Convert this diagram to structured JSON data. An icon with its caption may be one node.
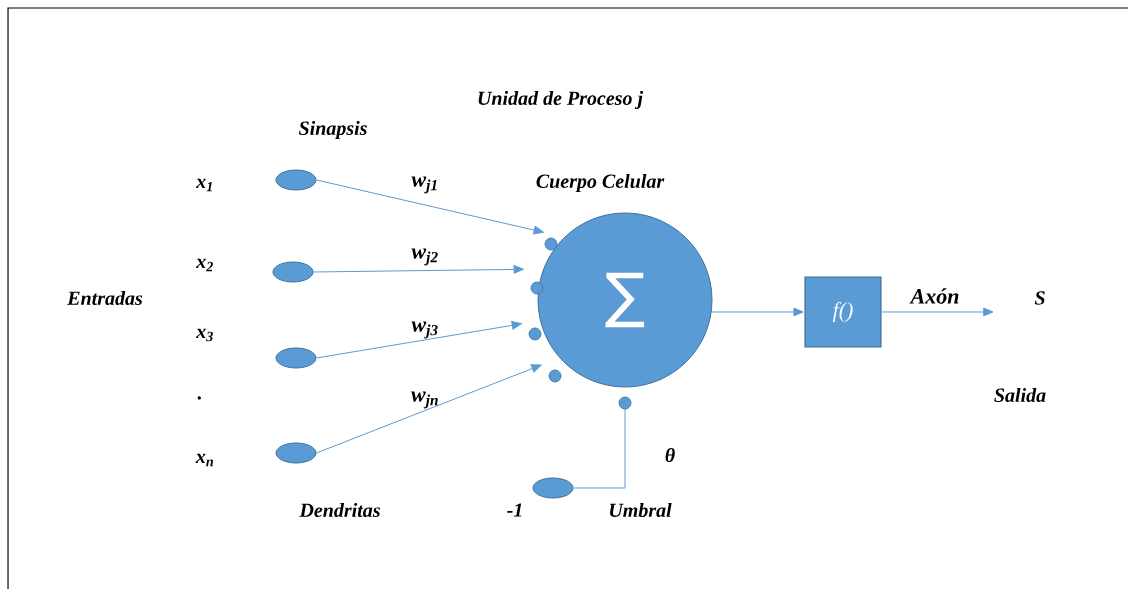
{
  "diagram": {
    "title": "Unidad de Proceso j",
    "nodes": [
      {
        "text": [],
        "shape": "ellipse"
      },
      {
        "text": [],
        "shape": "ellipse"
      },
      {
        "text": [],
        "shape": "ellipse"
      },
      {
        "text": [],
        "shape": "ellipse"
      },
      {
        "text": [],
        "shape": "ellipse"
      },
      {
        "text": [
          "∑"
        ]
      },
      {
        "text": [
          "f()"
        ]
      },
      {
        "text": [
          "S"
        ]
      }
    ],
    "edges": [
      {
        "from": 0,
        "to": 5,
        "arrow": "to",
        "label": "w$_{j1}$"
      },
      {
        "from": 1,
        "to": 5,
        "arrow": "to",
        "label": "w$_{j2}$"
      },
      {
        "from": 2,
        "to": 5,
        "arrow": "to",
        "label": "w$_{j3}$"
      },
      {
        "from": 3,
        "to": 5,
        "arrow": "to",
        "label": "w$_{jn}$"
      },
      {
        "from": 4,
        "to": 5,
        "arrow": "none"
      },
      {
        "from": 5,
        "to": 6,
        "arrow": "to"
      },
      {
        "from": 6,
        "to": 7,
        "arrow": "to",
        "label": "Axón"
      }
    ],
    "labels": [
      "Sinapsis",
      "x$_{1}$",
      "Cuerpo Celular",
      "x$_{2}$",
      "Entradas",
      "x$_{3}$",
      ".",
      "x$_{n}$",
      "θ",
      "Salida",
      "Dendritas",
      "-1",
      "Umbral"
    ]
  }
}
